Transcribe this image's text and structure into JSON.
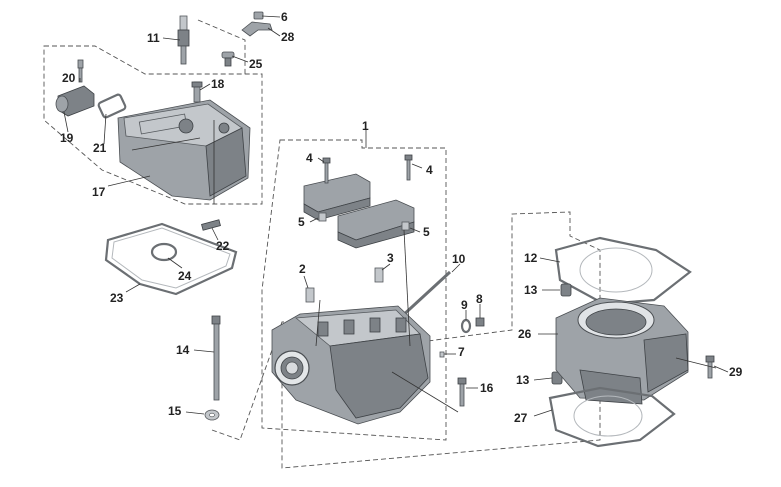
{
  "callouts": {
    "c1": "1",
    "c2": "2",
    "c3": "3",
    "c4a": "4",
    "c4b": "4",
    "c5a": "5",
    "c5b": "5",
    "c6": "6",
    "c7": "7",
    "c8": "8",
    "c9": "9",
    "c10": "10",
    "c11": "11",
    "c12": "12",
    "c13a": "13",
    "c13b": "13",
    "c14": "14",
    "c15": "15",
    "c16": "16",
    "c17": "17",
    "c18": "18",
    "c19": "19",
    "c20": "20",
    "c21": "21",
    "c22": "22",
    "c23": "23",
    "c24": "24",
    "c25": "25",
    "c26": "26",
    "c27": "27",
    "c28": "28",
    "c29": "29"
  },
  "colors": {
    "metal": "#9ea3a8",
    "metal_dark": "#7d8287",
    "metal_light": "#c3c7cb",
    "outline": "#4a4e52",
    "label": "#222222"
  }
}
